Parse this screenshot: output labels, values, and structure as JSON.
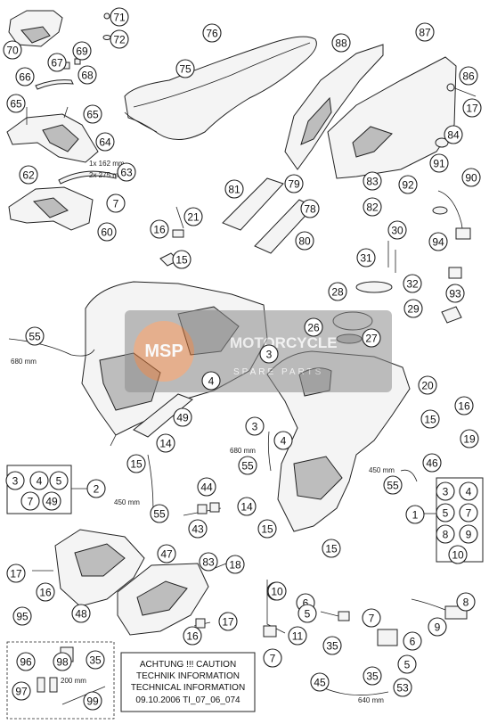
{
  "measurements": {
    "seat_strip_1": "1x 162 mm",
    "seat_strip_2": "2x 275 mm",
    "hose_left": "680 mm",
    "hose_center": "680 mm",
    "hose_right": "450 mm",
    "hose_bottom_left": "450 mm",
    "hose_kit": "200 mm",
    "hose_bottom": "640 mm"
  },
  "watermark": {
    "badge": "MSP",
    "title": "MOTORCYCLE",
    "subtitle": "SPARE PARTS"
  },
  "note": {
    "line1": "ACHTUNG !!! CAUTION",
    "line2": "TECHNIK INFORMATION",
    "line3": "TECHNICAL INFORMATION",
    "line4": "09.10.2006  TI_07_06_074"
  },
  "callouts": [
    {
      "n": "71"
    },
    {
      "n": "72"
    },
    {
      "n": "70"
    },
    {
      "n": "69"
    },
    {
      "n": "67"
    },
    {
      "n": "68"
    },
    {
      "n": "66"
    },
    {
      "n": "65"
    },
    {
      "n": "65"
    },
    {
      "n": "64"
    },
    {
      "n": "63"
    },
    {
      "n": "62"
    },
    {
      "n": "7"
    },
    {
      "n": "60"
    },
    {
      "n": "76"
    },
    {
      "n": "75"
    },
    {
      "n": "88"
    },
    {
      "n": "87"
    },
    {
      "n": "86"
    },
    {
      "n": "17"
    },
    {
      "n": "84"
    },
    {
      "n": "91"
    },
    {
      "n": "92"
    },
    {
      "n": "90"
    },
    {
      "n": "83"
    },
    {
      "n": "82"
    },
    {
      "n": "79"
    },
    {
      "n": "81"
    },
    {
      "n": "78"
    },
    {
      "n": "80"
    },
    {
      "n": "94"
    },
    {
      "n": "21"
    },
    {
      "n": "16"
    },
    {
      "n": "15"
    },
    {
      "n": "30"
    },
    {
      "n": "31"
    },
    {
      "n": "32"
    },
    {
      "n": "93"
    },
    {
      "n": "28"
    },
    {
      "n": "29"
    },
    {
      "n": "26"
    },
    {
      "n": "27"
    },
    {
      "n": "55"
    },
    {
      "n": "3"
    },
    {
      "n": "4"
    },
    {
      "n": "20"
    },
    {
      "n": "15"
    },
    {
      "n": "16"
    },
    {
      "n": "19"
    },
    {
      "n": "49"
    },
    {
      "n": "14"
    },
    {
      "n": "15"
    },
    {
      "n": "15"
    },
    {
      "n": "3"
    },
    {
      "n": "4"
    },
    {
      "n": "55"
    },
    {
      "n": "46"
    },
    {
      "n": "55"
    },
    {
      "n": "3"
    },
    {
      "n": "4"
    },
    {
      "n": "5"
    },
    {
      "n": "7"
    },
    {
      "n": "49"
    },
    {
      "n": "2"
    },
    {
      "n": "44"
    },
    {
      "n": "43"
    },
    {
      "n": "55"
    },
    {
      "n": "14"
    },
    {
      "n": "15"
    },
    {
      "n": "1"
    },
    {
      "n": "3"
    },
    {
      "n": "4"
    },
    {
      "n": "5"
    },
    {
      "n": "7"
    },
    {
      "n": "8"
    },
    {
      "n": "9"
    },
    {
      "n": "10"
    },
    {
      "n": "15"
    },
    {
      "n": "47"
    },
    {
      "n": "83"
    },
    {
      "n": "18"
    },
    {
      "n": "17"
    },
    {
      "n": "16"
    },
    {
      "n": "48"
    },
    {
      "n": "17"
    },
    {
      "n": "16"
    },
    {
      "n": "10"
    },
    {
      "n": "6"
    },
    {
      "n": "5"
    },
    {
      "n": "7"
    },
    {
      "n": "11"
    },
    {
      "n": "7"
    },
    {
      "n": "8"
    },
    {
      "n": "9"
    },
    {
      "n": "95"
    },
    {
      "n": "96"
    },
    {
      "n": "98"
    },
    {
      "n": "35"
    },
    {
      "n": "97"
    },
    {
      "n": "99"
    },
    {
      "n": "35"
    },
    {
      "n": "6"
    },
    {
      "n": "5"
    },
    {
      "n": "35"
    },
    {
      "n": "45"
    },
    {
      "n": "53"
    }
  ]
}
